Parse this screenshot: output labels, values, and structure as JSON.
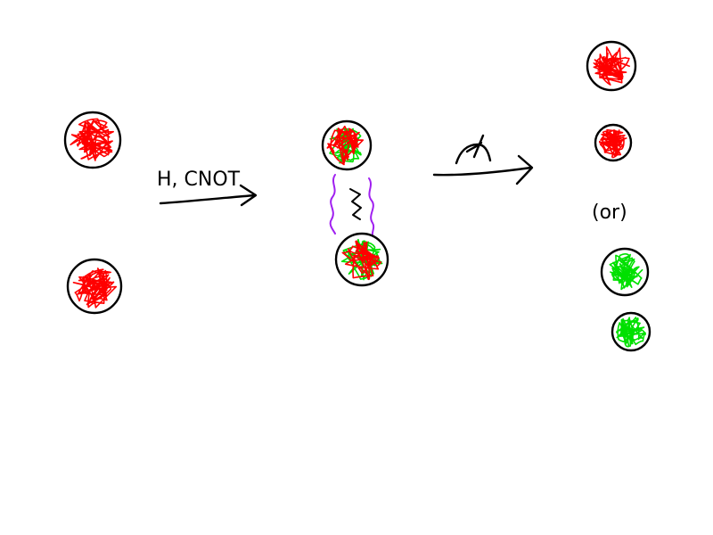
{
  "colors": {
    "ink": "#000000",
    "state_zero": "#ff0000",
    "state_one": "#00e000",
    "entanglement": "#a020f0"
  },
  "arrows": {
    "gate_label": "H, CNOT",
    "measure_label": "meter-icon"
  },
  "separator_label": "(or)",
  "stages": {
    "initial": {
      "qubits": [
        "zero",
        "zero"
      ]
    },
    "entangled": {
      "qubits": [
        "superposition",
        "superposition"
      ],
      "link": "entanglement-squiggle"
    },
    "outcome_a": {
      "qubits": [
        "zero",
        "zero"
      ]
    },
    "outcome_b": {
      "qubits": [
        "one",
        "one"
      ]
    }
  }
}
